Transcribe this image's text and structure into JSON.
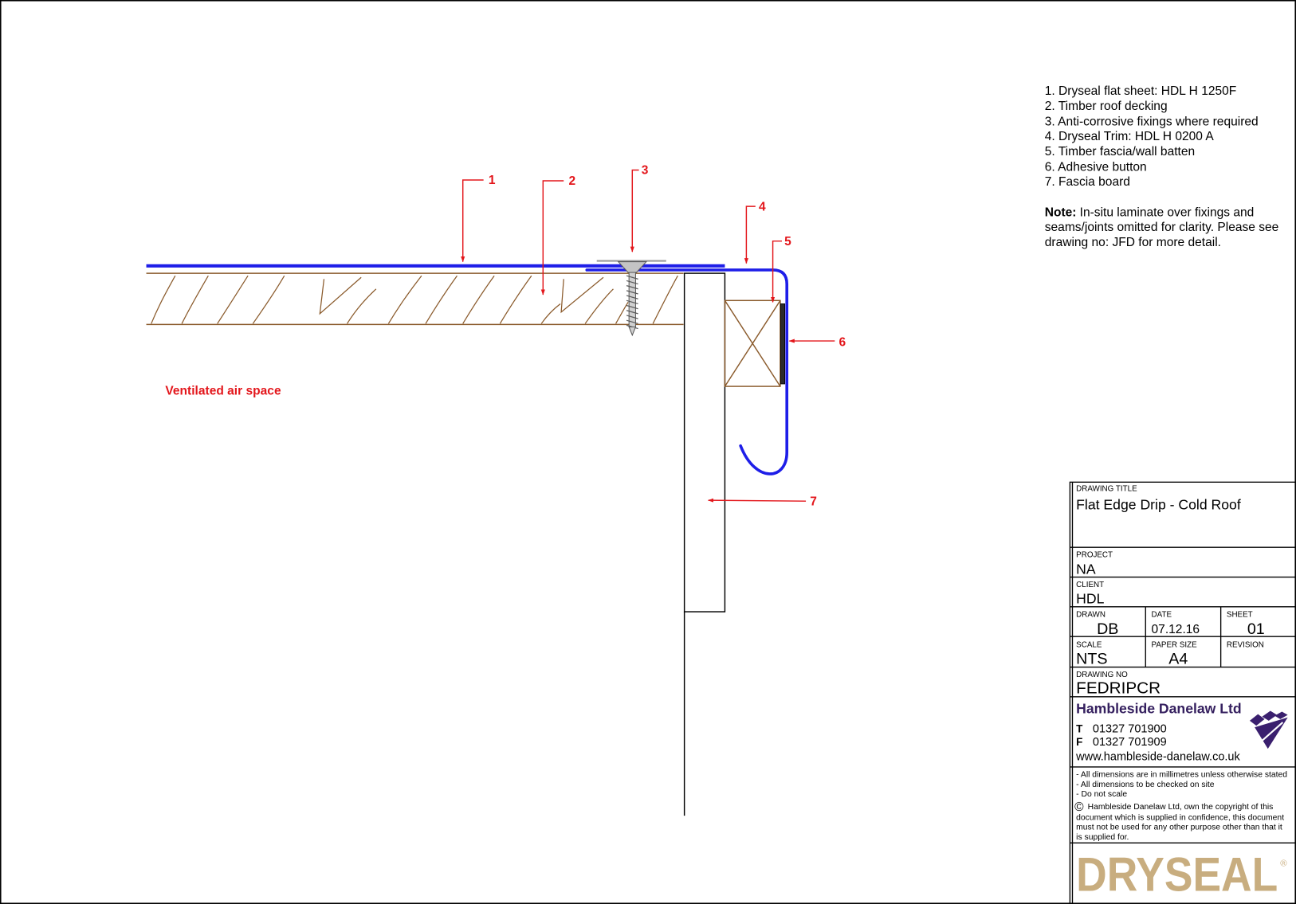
{
  "drawing": {
    "colors": {
      "sheet": "#1e1ee8",
      "labels": "#e3161b",
      "timber": "#8a5a2b",
      "fixing": "#8c8c8c",
      "adhesive": "#2b2b2b",
      "linework": "#000000"
    },
    "callouts": [
      "1",
      "2",
      "3",
      "4",
      "5",
      "6",
      "7"
    ],
    "air_space_label": "Ventilated air space"
  },
  "notes": {
    "items": [
      "1. Dryseal flat sheet: HDL H 1250F",
      "2. Timber roof decking",
      "3. Anti-corrosive fixings where required",
      "4. Dryseal Trim: HDL H 0200 A",
      "5. Timber fascia/wall batten",
      "6. Adhesive button",
      "7. Fascia board"
    ],
    "note_label": "Note:",
    "note_lines": [
      "In-situ laminate over fixings and",
      "seams/joints omitted for clarity. Please see",
      "drawing no: JFD for more detail."
    ]
  },
  "title_block": {
    "drawing_title": {
      "label": "DRAWING TITLE",
      "value": "Flat Edge Drip - Cold Roof"
    },
    "project": {
      "label": "PROJECT",
      "value": "NA"
    },
    "client": {
      "label": "CLIENT",
      "value": "HDL"
    },
    "drawn": {
      "label": "DRAWN",
      "value": "DB"
    },
    "date": {
      "label": "DATE",
      "value": "07.12.16"
    },
    "sheet": {
      "label": "SHEET",
      "value": "01"
    },
    "scale": {
      "label": "SCALE",
      "value": "NTS"
    },
    "paper_size": {
      "label": "PAPER SIZE",
      "value": "A4"
    },
    "revision": {
      "label": "REVISION"
    },
    "drawing_no": {
      "label": "DRAWING NO",
      "value": "FEDRIPCR"
    },
    "company": {
      "name": "Hambleside Danelaw Ltd",
      "phone_label": "T",
      "phone": "01327 701900",
      "fax_label": "F",
      "fax": "01327 701909",
      "website": "www.hambleside-danelaw.co.uk",
      "brand_color": "#35205f",
      "logo_icon": "hambleside-logo-icon"
    },
    "disclaimers": [
      "- All dimensions are in millimetres unless otherwise stated",
      "- All dimensions to be checked on site",
      "- Do not scale"
    ],
    "copyright": {
      "symbol": "©",
      "lines": [
        "Hambleside Danelaw Ltd, own the copyright of this",
        "document which is supplied in confidence, this document",
        "must not be used for any other purpose other than that it",
        "is supplied for."
      ]
    },
    "brand_logo": {
      "text": "DRYSEAL",
      "registered": "®",
      "color": "#c8ad7f"
    }
  }
}
